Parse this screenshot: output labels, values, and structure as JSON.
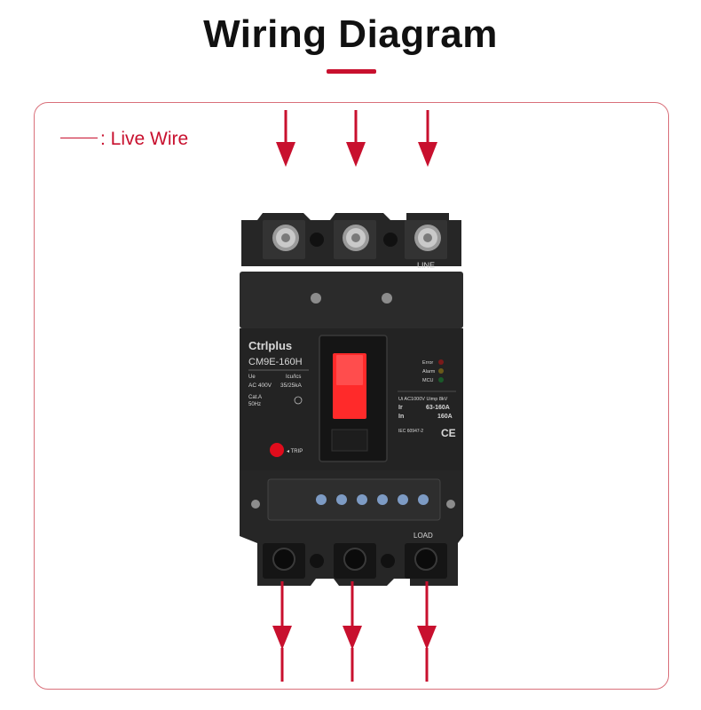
{
  "title": "Wiring Diagram",
  "legend": {
    "label": ": Live Wire"
  },
  "colors": {
    "accent": "#c8102e",
    "frame": "#d9707a",
    "body": "#232323",
    "handle": "#ff2a2a"
  },
  "breaker": {
    "brand": "Ctrlplus",
    "model": "CM9E-160H",
    "spec_ue": "Ue",
    "spec_icu": "Icu/Ics",
    "spec_voltage": "AC 400V",
    "spec_rating": "35/25kA",
    "spec_cat": "Cat.A",
    "spec_freq": "50Hz",
    "trip_label": "◂ TRIP",
    "status_error": "Error",
    "status_alarm": "Alarm",
    "status_mcu": "MCU",
    "insulation": "Ui AC1000V Uimp 8kV",
    "ir_symbol": "Ir",
    "ir_value": "63-160A",
    "in_symbol": "In",
    "in_value": "160A",
    "standard": "IEC 60947-2",
    "ce_mark": "CE",
    "line_label": "LINE",
    "load_label": "LOAD"
  }
}
